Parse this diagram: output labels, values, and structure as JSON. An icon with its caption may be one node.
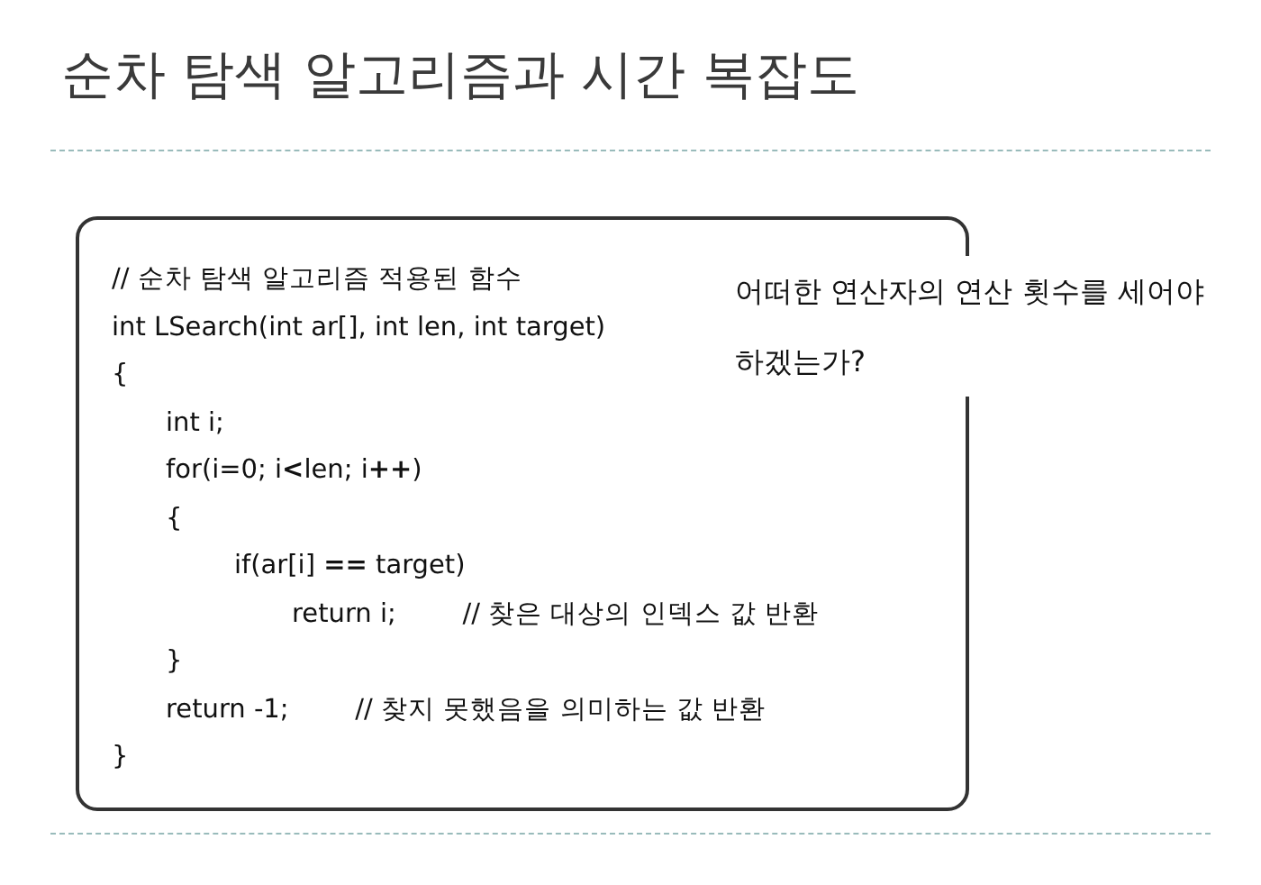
{
  "diagram": {
    "title": "순차 탐색 알고리즘과 시간 복잡도",
    "nodes": [
      {
        "text": [
          "// 순차 탐색 알고리즘 적용된 함수",
          "int LSearch(int ar[], int len, int target)",
          "{",
          "int i;",
          "for(i=0; i**<**len; i**++**)",
          "{",
          "if(ar[i] **==** target)",
          "return i;        // 찾은 대상의 인덱스 값 반환",
          "}",
          "return -1;        // 찾지 못했음을 의미하는 값 반환",
          "}"
        ]
      }
    ],
    "labels": [
      "어떠한 연산자의 연산 횟수를 세어야 하겠는가?"
    ]
  }
}
